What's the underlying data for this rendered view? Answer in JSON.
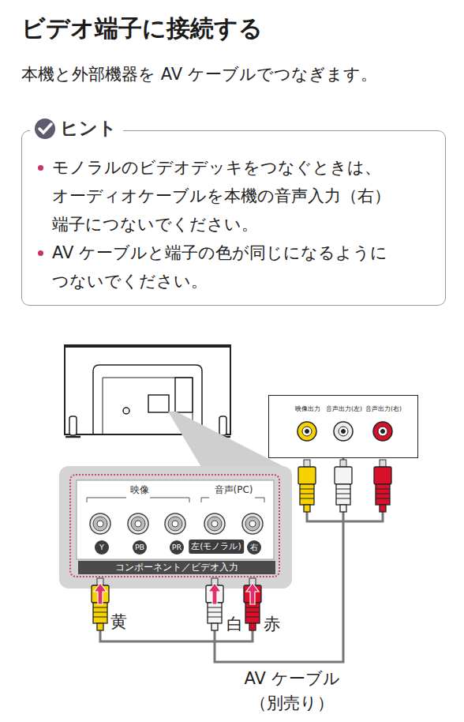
{
  "diagram": {
    "title": "ビデオ端子に接続する",
    "nodes": [
      {
        "text": [
          "ヒント",
          "モノラルのビデオデッキをつなぐときは、 オーディオケーブルを本機の音声入力（右） 端子につないでください。",
          "AV ケーブルと端子の色が同じになるように つないでください。"
        ]
      },
      {
        "text": [
          "映像出力",
          "音声出力(左)",
          "音声出力(右)"
        ]
      },
      {
        "text": [
          "映像",
          "音声(PC)",
          "Y",
          "PB",
          "PR",
          "左(モノラル)",
          "右",
          "コンポーネント／ビデオ入力"
        ]
      }
    ],
    "edges": [
      {
        "from": 1,
        "to": 2,
        "arrow": "none"
      }
    ],
    "labels": [
      "本機と外部機器を AV ケーブルでつなぎます。",
      "黄",
      "白",
      "赤",
      "AV ケーブル",
      "（別売り）"
    ]
  }
}
